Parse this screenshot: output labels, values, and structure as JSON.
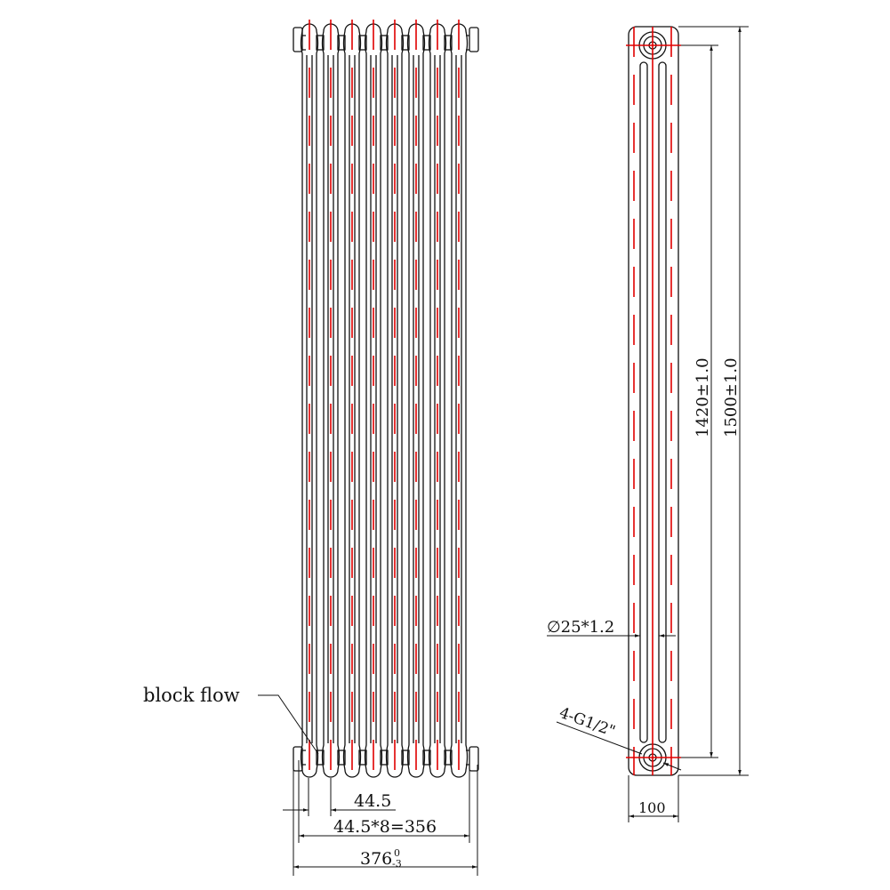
{
  "title": "Radiator technical drawing",
  "front_view": {
    "columns": 8,
    "label_block_flow": "block flow",
    "dim_pitch": "44.5",
    "dim_centers": "44.5*8=356",
    "dim_total": "376",
    "dim_total_tol_upper": "0",
    "dim_total_tol_lower": "-3"
  },
  "side_view": {
    "dim_centers_height": "1420±1.0",
    "dim_total_height": "1500±1.0",
    "dim_tube": "∅25*1.2",
    "dim_thread": "4-G1/2\"",
    "dim_depth": "100"
  },
  "colors": {
    "line": "#111111",
    "centerline": "#e00000"
  }
}
